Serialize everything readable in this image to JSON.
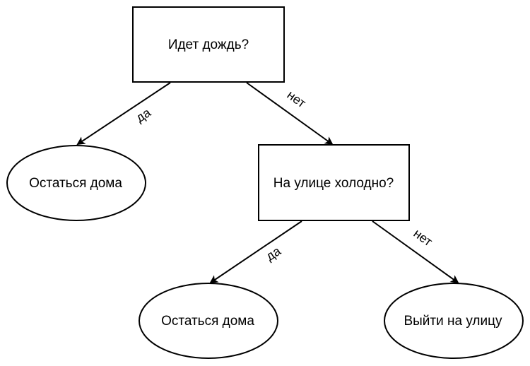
{
  "diagram": {
    "nodes": {
      "root": {
        "label": "Идет дождь?",
        "shape": "rectangle"
      },
      "stay_home_1": {
        "label": "Остаться дома",
        "shape": "ellipse"
      },
      "cold": {
        "label": "На улице холодно?",
        "shape": "rectangle"
      },
      "stay_home_2": {
        "label": "Остаться дома",
        "shape": "ellipse"
      },
      "go_out": {
        "label": "Выйти на улицу",
        "shape": "ellipse"
      }
    },
    "edges": {
      "root_to_stay": {
        "from": "root",
        "to": "stay_home_1",
        "label": "да"
      },
      "root_to_cold": {
        "from": "root",
        "to": "cold",
        "label": "нет"
      },
      "cold_to_stay": {
        "from": "cold",
        "to": "stay_home_2",
        "label": "да"
      },
      "cold_to_go": {
        "from": "cold",
        "to": "go_out",
        "label": "нет"
      }
    }
  }
}
